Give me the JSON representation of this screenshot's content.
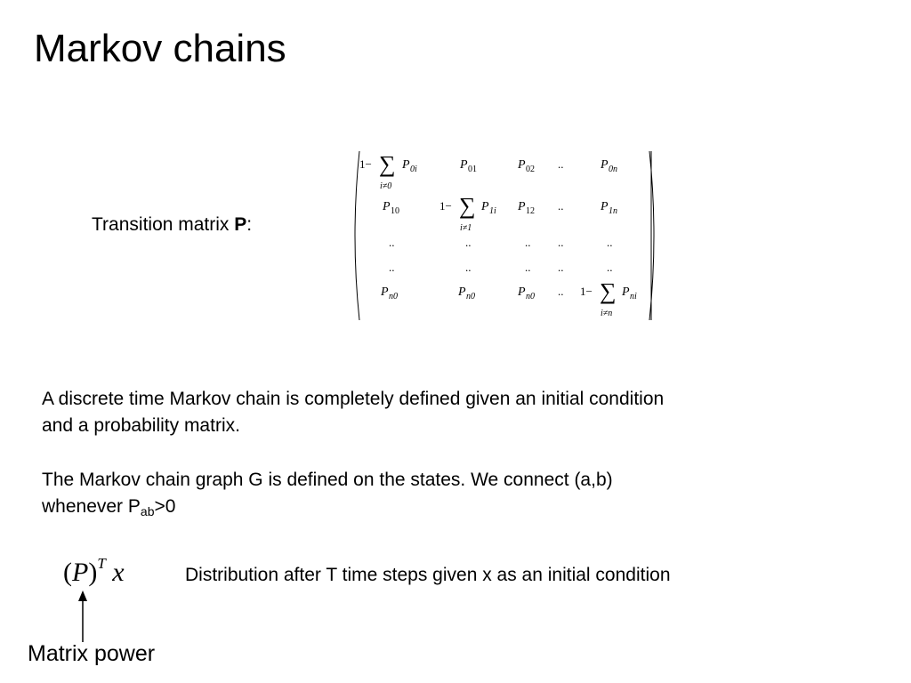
{
  "slide": {
    "title": "Markov chains",
    "matrix_label": {
      "text": "Transition matrix ",
      "bold": "P",
      "suffix": ":"
    },
    "paragraph1": {
      "line1": "A discrete time Markov chain is completely defined given an initial condition",
      "line2": "and a probability matrix."
    },
    "paragraph2": {
      "line1": "The Markov chain graph G is defined on the states. We connect (a,b)",
      "line2_prefix": "whenever P",
      "line2_sub": "ab",
      "line2_suffix": ">0"
    },
    "formula": {
      "open": "(",
      "symbol": "P",
      "close": ")",
      "superscript": "T",
      "variable": "x"
    },
    "formula_caption": "Distribution after T time steps given x as an initial condition",
    "power_label": "Matrix power"
  },
  "matrix": {
    "one_minus": "1−",
    "sum_symbol": "∑",
    "P": "P",
    "dots": "..",
    "r0": {
      "c0_sub": "0i",
      "c0_under": "i≠0",
      "c1_sub": "01",
      "c2_sub": "02",
      "c4_sub": "0n"
    },
    "r1": {
      "c0_sub": "10",
      "c1_sub": "1i",
      "c1_under": "i≠1",
      "c2_sub": "12",
      "c4_sub": "1n"
    },
    "r4": {
      "c0_sub": "n0",
      "c1_sub": "n0",
      "c2_sub": "n0",
      "c4_sub": "ni",
      "c4_under": "i≠n"
    }
  }
}
